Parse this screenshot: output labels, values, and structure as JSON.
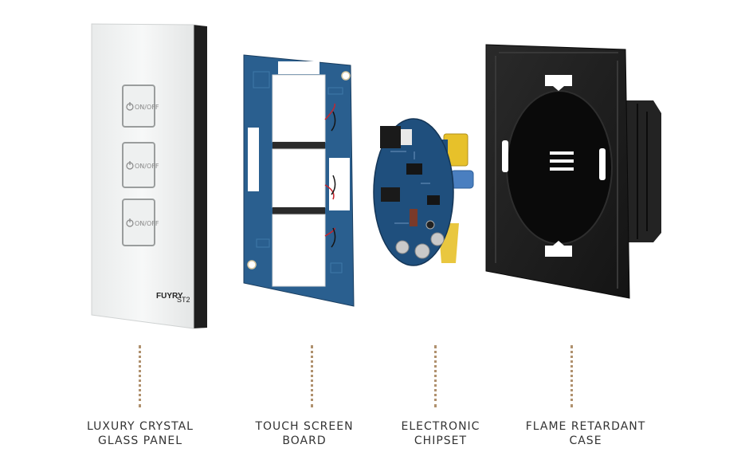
{
  "components": [
    {
      "id": "glass-panel",
      "caption_line1": "LUXURY CRYSTAL",
      "caption_line2": "GLASS PANEL",
      "button_labels": [
        "ON/OFF",
        "ON/OFF",
        "ON/OFF"
      ],
      "brand": "FUYRY",
      "model": "ST2"
    },
    {
      "id": "touch-board",
      "caption_line1": "TOUCH SCREEN",
      "caption_line2": "BOARD"
    },
    {
      "id": "chipset",
      "caption_line1": "ELECTRONIC",
      "caption_line2": "CHIPSET"
    },
    {
      "id": "case",
      "caption_line1": "FLAME RETARDANT",
      "caption_line2": "CASE"
    }
  ],
  "colors": {
    "glass": "#f3f4f4",
    "glass_edge": "#1e1e1e",
    "pcb_blue": "#2a5f8f",
    "pcb_dark_blue": "#1f4f7d",
    "case_black": "#1b1b1b",
    "leader_line": "#b0916e",
    "caption_text": "#333333"
  }
}
